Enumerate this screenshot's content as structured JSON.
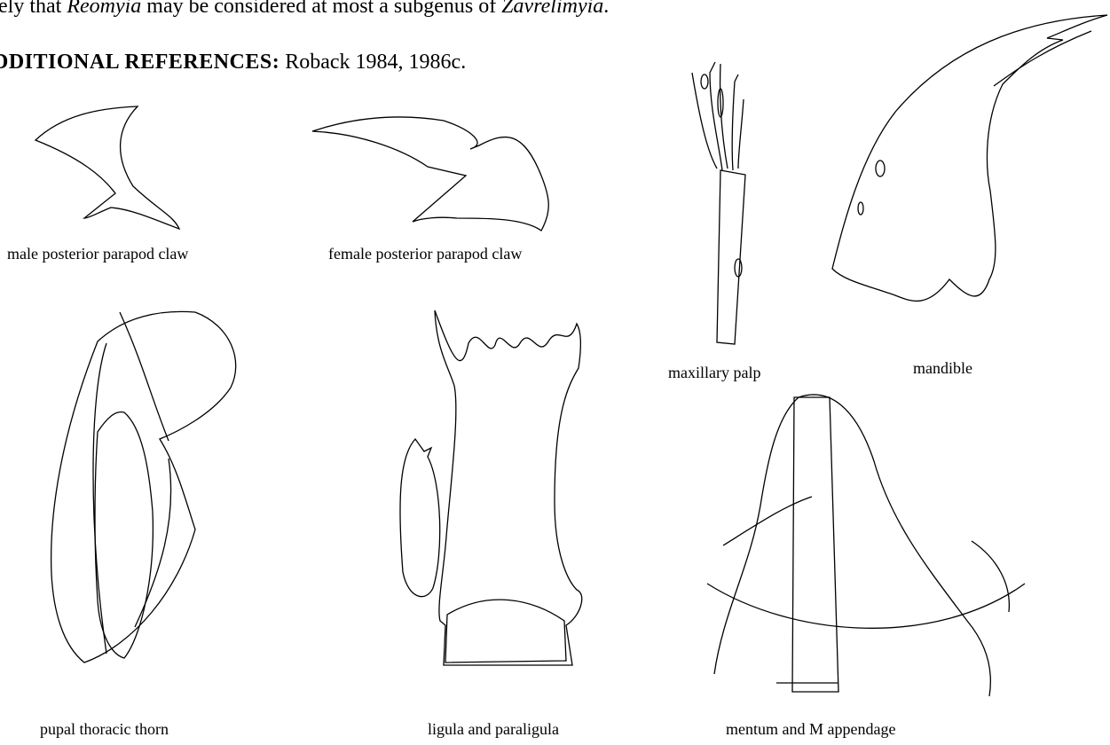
{
  "text": {
    "line1_a": "kely that ",
    "line1_genus1": "Reomyia",
    "line1_b": " may be considered at most a subgenus of ",
    "line1_genus2": "Zavrelimyia",
    "line1_c": ".",
    "refs_heading": "DDITIONAL REFERENCES:",
    "refs_body": " Roback 1984, 1986c."
  },
  "captions": {
    "male_claw": "male posterior parapod claw",
    "female_claw": "female posterior parapod claw",
    "maxillary_palp": "maxillary palp",
    "mandible": "mandible",
    "thoracic_thorn": "pupal thoracic thorn",
    "ligula": "ligula and paraligula",
    "mentum": "mentum and M appendage"
  }
}
